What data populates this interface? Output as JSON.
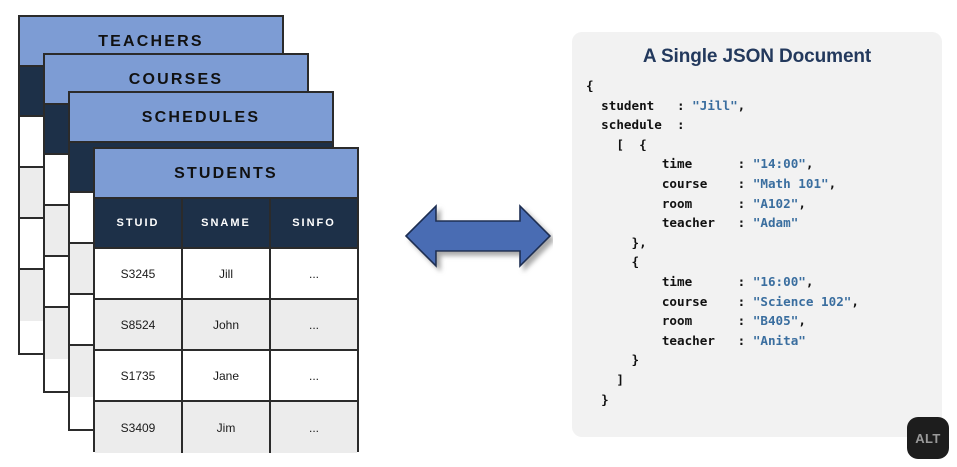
{
  "stack": {
    "cards": [
      {
        "title": "TEACHERS"
      },
      {
        "title": "COURSES"
      },
      {
        "title": "SCHEDULES"
      },
      {
        "title": "STUDENTS"
      }
    ],
    "front_table": {
      "columns": [
        "STUID",
        "SNAME",
        "SINFO"
      ],
      "rows": [
        [
          "S3245",
          "Jill",
          "..."
        ],
        [
          "S8524",
          "John",
          "..."
        ],
        [
          "S1735",
          "Jane",
          "..."
        ],
        [
          "S3409",
          "Jim",
          "..."
        ]
      ]
    }
  },
  "arrow": {
    "name": "double-headed-arrow",
    "fill": "#4a6cb3",
    "stroke": "#1f2f52"
  },
  "json_doc": {
    "title": "A Single JSON Document",
    "panel_bg": "#f2f2f2",
    "title_color": "#23395d",
    "value_color": "#3a6e9f",
    "lines": [
      {
        "indent": 0,
        "key": "",
        "sep": "",
        "value": "",
        "prefix": "{",
        "suffix": ""
      },
      {
        "indent": 1,
        "key": "student",
        "sep": ":",
        "value": "\"Jill\"",
        "prefix": "",
        "suffix": ","
      },
      {
        "indent": 1,
        "key": "schedule",
        "sep": ":",
        "value": "",
        "prefix": "",
        "suffix": ""
      },
      {
        "indent": 2,
        "key": "",
        "sep": "",
        "value": "",
        "prefix": "[  {",
        "suffix": ""
      },
      {
        "indent": 5,
        "key": "time",
        "sep": ":",
        "value": "\"14:00\"",
        "prefix": "",
        "suffix": ","
      },
      {
        "indent": 5,
        "key": "course",
        "sep": ":",
        "value": "\"Math 101\"",
        "prefix": "",
        "suffix": ","
      },
      {
        "indent": 5,
        "key": "room",
        "sep": ":",
        "value": "\"A102\"",
        "prefix": "",
        "suffix": ","
      },
      {
        "indent": 5,
        "key": "teacher",
        "sep": ":",
        "value": "\"Adam\"",
        "prefix": "",
        "suffix": ""
      },
      {
        "indent": 3,
        "key": "",
        "sep": "",
        "value": "",
        "prefix": "},",
        "suffix": ""
      },
      {
        "indent": 3,
        "key": "",
        "sep": "",
        "value": "",
        "prefix": "{",
        "suffix": ""
      },
      {
        "indent": 5,
        "key": "time",
        "sep": ":",
        "value": "\"16:00\"",
        "prefix": "",
        "suffix": ","
      },
      {
        "indent": 5,
        "key": "course",
        "sep": ":",
        "value": "\"Science 102\"",
        "prefix": "",
        "suffix": ","
      },
      {
        "indent": 5,
        "key": "room",
        "sep": ":",
        "value": "\"B405\"",
        "prefix": "",
        "suffix": ","
      },
      {
        "indent": 5,
        "key": "teacher",
        "sep": ":",
        "value": "\"Anita\"",
        "prefix": "",
        "suffix": ""
      },
      {
        "indent": 3,
        "key": "",
        "sep": "",
        "value": "",
        "prefix": "}",
        "suffix": ""
      },
      {
        "indent": 2,
        "key": "",
        "sep": "",
        "value": "",
        "prefix": "]",
        "suffix": ""
      },
      {
        "indent": 1,
        "key": "",
        "sep": "",
        "value": "",
        "prefix": "}",
        "suffix": ""
      }
    ]
  },
  "alt_badge": {
    "label": "ALT"
  }
}
